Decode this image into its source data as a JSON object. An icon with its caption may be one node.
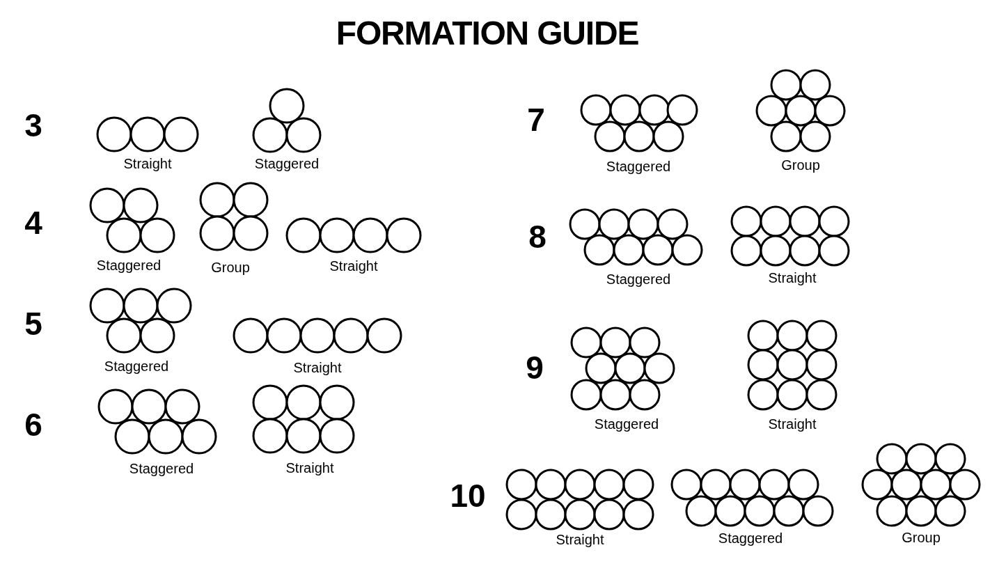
{
  "diagram": {
    "title": "FORMATION GUIDE",
    "labels": [
      "3",
      "Straight",
      "Staggered",
      "4",
      "Staggered",
      "Group",
      "Straight",
      "5",
      "Staggered",
      "Straight",
      "6",
      "Staggered",
      "Straight",
      "7",
      "Staggered",
      "Group",
      "8",
      "Staggered",
      "Straight",
      "9",
      "Staggered",
      "Straight",
      "10",
      "Straight",
      "Staggered",
      "Group"
    ]
  }
}
